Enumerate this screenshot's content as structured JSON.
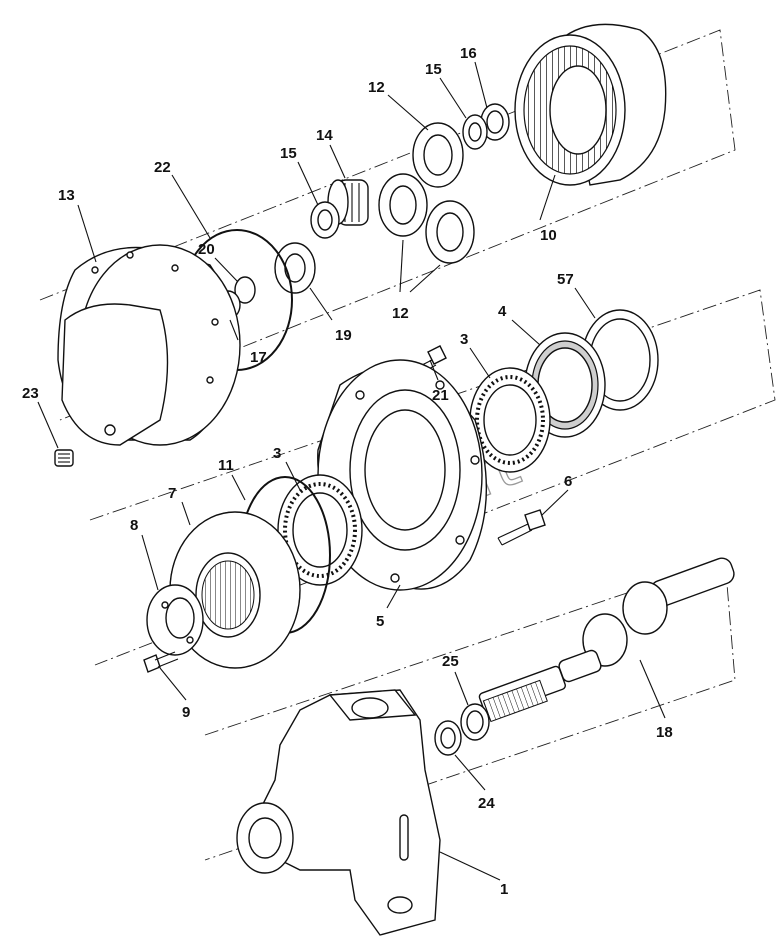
{
  "watermark": "AutoSoft",
  "callouts": {
    "c1": "1",
    "c3a": "3",
    "c3b": "3",
    "c4": "4",
    "c5": "5",
    "c6": "6",
    "c7": "7",
    "c8": "8",
    "c9": "9",
    "c10": "10",
    "c11": "11",
    "c12a": "12",
    "c12b": "12",
    "c13": "13",
    "c14": "14",
    "c15a": "15",
    "c15b": "15",
    "c16": "16",
    "c17": "17",
    "c18": "18",
    "c19": "19",
    "c20": "20",
    "c21": "21",
    "c22": "22",
    "c23": "23",
    "c24": "24",
    "c25": "25",
    "c57": "57"
  }
}
